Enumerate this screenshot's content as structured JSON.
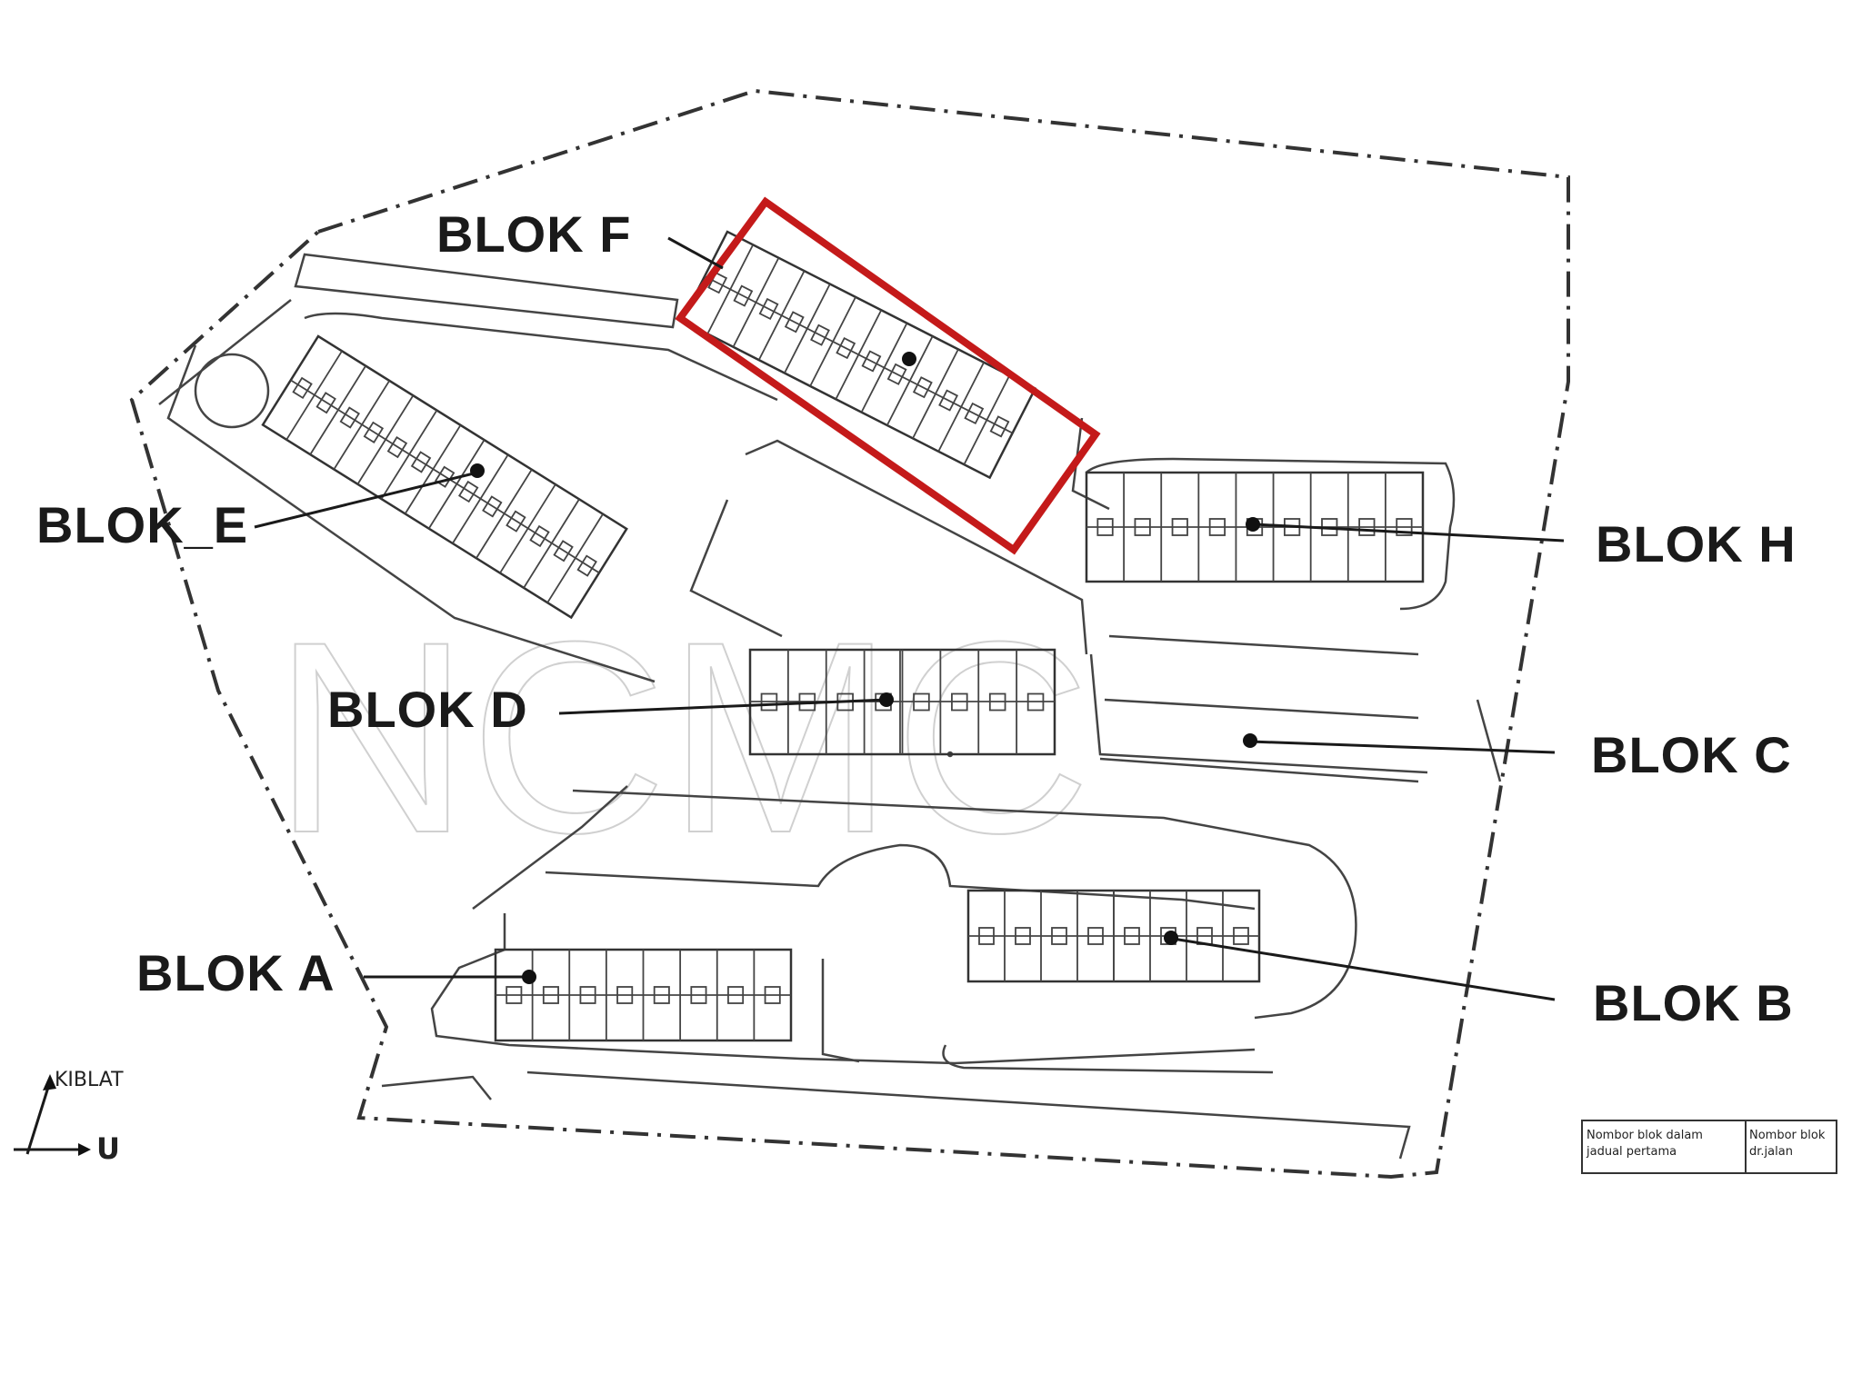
{
  "blocks": {
    "f": "BLOK F",
    "e": "BLOK_E",
    "h": "BLOK H",
    "d": "BLOK D",
    "c": "BLOK C",
    "a": "BLOK A",
    "b": "BLOK B"
  },
  "compass": {
    "qibla": "KIBLAT",
    "north": "U"
  },
  "watermark": "NCMC",
  "legend": {
    "col1_line1": "Nombor blok dalam",
    "col1_line2": "jadual pertama",
    "col2_line1": "Nombor blok",
    "col2_line2": "dr.jalan"
  },
  "highlight_color": "#c41a1a",
  "highlighted_block": "BLOK F"
}
